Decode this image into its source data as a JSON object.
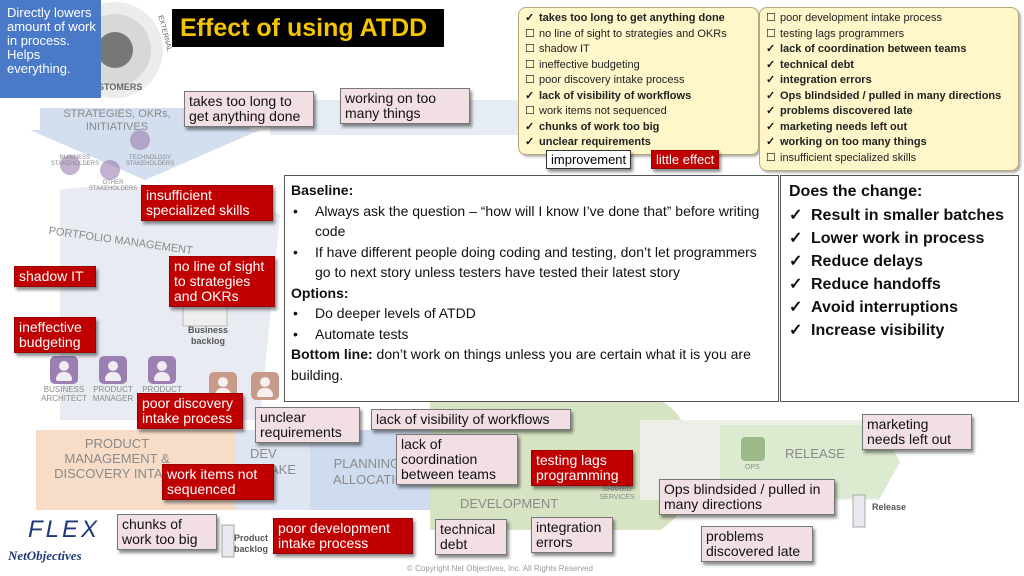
{
  "corner_note": "Directly lowers amount of work in process. Helps everything.",
  "title": "Effect of using ATDD",
  "diagram": {
    "customers": "CUSTOMERS",
    "external": "EXTERNAL",
    "strategies": "STRATEGIES, OKRs, INITIATIVES",
    "business_stakeholders": "BUSINESS STAKEHOLDERS",
    "technology_stakeholders": "TECHNOLOGY STAKEHOLDERS",
    "other_stakeholders": "OTHER STAKEHOLDERS",
    "portfolio_management": "PORTFOLIO MANAGEMENT",
    "business_backlog": "Business backlog",
    "business_architect": "BUSINESS ARCHITECT",
    "product_manager": "PRODUCT MANAGER",
    "product_short": "PRODUCT",
    "product_management": "PRODUCT MANAGEMENT & DISCOVERY INTAKE",
    "product_backlog": "Product backlog",
    "dev_intake": "DEV INTAKE",
    "planning": "PLANNING & ALLOCATION",
    "development": "DEVELOPMENT",
    "shared_services": "SHARED SERVICES",
    "ops": "OPS",
    "release_stage": "RELEASE",
    "release_label": "Release",
    "copyright": "© Copyright Net Objectives, Inc. All Rights Reserved",
    "flex": "FLEX",
    "net_objectives": "NetObjectives"
  },
  "checklist_left": [
    {
      "mark": "✓",
      "text": "takes too long to get anything done",
      "bold": true
    },
    {
      "mark": "☐",
      "text": "no line of sight to strategies and OKRs",
      "bold": false
    },
    {
      "mark": "☐",
      "text": "shadow IT",
      "bold": false
    },
    {
      "mark": "☐",
      "text": "ineffective budgeting",
      "bold": false
    },
    {
      "mark": "☐",
      "text": "poor discovery intake process",
      "bold": false
    },
    {
      "mark": "✓",
      "text": "lack of visibility of workflows",
      "bold": true
    },
    {
      "mark": "☐",
      "text": "work items not sequenced",
      "bold": false
    },
    {
      "mark": "✓",
      "text": "chunks of work too big",
      "bold": true
    },
    {
      "mark": "✓",
      "text": "unclear requirements",
      "bold": true
    }
  ],
  "checklist_right": [
    {
      "mark": "☐",
      "text": "poor development intake process",
      "bold": false
    },
    {
      "mark": "☐",
      "text": "testing lags programmers",
      "bold": false
    },
    {
      "mark": "✓",
      "text": "lack of coordination between teams",
      "bold": true
    },
    {
      "mark": "✓",
      "text": "technical debt",
      "bold": true
    },
    {
      "mark": "✓",
      "text": "integration errors",
      "bold": true
    },
    {
      "mark": "✓",
      "text": "Ops blindsided / pulled in many directions",
      "bold": true
    },
    {
      "mark": "✓",
      "text": "problems discovered late",
      "bold": true
    },
    {
      "mark": "✓",
      "text": "marketing needs left out",
      "bold": true
    },
    {
      "mark": "✓",
      "text": "working on too many things",
      "bold": true
    },
    {
      "mark": "☐",
      "text": "insufficient specialized skills",
      "bold": false
    }
  ],
  "legend": {
    "improvement": "improvement",
    "little_effect": "little effect"
  },
  "baseline": {
    "heading": "Baseline:",
    "bullets": [
      "Always ask the question – “how will I know I’ve done that” before writing code",
      "If have different people doing coding and testing, don’t let programmers go to next story unless testers have tested their latest story"
    ],
    "options_heading": "Options:",
    "options": [
      "Do deeper levels of ATDD",
      "Automate tests"
    ],
    "bottom_label": "Bottom line:",
    "bottom_text": " don’t work on things unless you are certain what it is you are building."
  },
  "change": {
    "heading": "Does the change:",
    "items": [
      "Result in smaller batches",
      "Lower work in process",
      "Reduce delays",
      "Reduce handoffs",
      "Avoid interruptions",
      "Increase visibility"
    ]
  },
  "notes": {
    "takes_too_long": "takes too long to get anything done",
    "working_on_too_many": "working on too many things",
    "insufficient_skills": "insufficient specialized skills",
    "no_line_of_sight": "no line of sight to strategies and OKRs",
    "shadow_it": "shadow IT",
    "ineffective_budgeting": "ineffective budgeting",
    "poor_discovery": "poor discovery intake process",
    "unclear_requirements": "unclear requirements",
    "lack_visibility": "lack of visibility of workflows",
    "lack_coordination": "lack of coordination between teams",
    "testing_lags": "testing lags programming",
    "work_items_not_sequenced": "work items not sequenced",
    "chunks_of_work": "chunks of work too big",
    "poor_development": "poor development intake process",
    "technical_debt": "technical debt",
    "integration_errors": "integration errors",
    "ops_blindsided": "Ops blindsided / pulled in many directions",
    "problems_late": "problems discovered late",
    "marketing_left_out": "marketing needs left out"
  },
  "colors": {
    "title_bg": "#000000",
    "title_text": "#f4c400",
    "note_red": "#c00000",
    "note_pink": "#f2dfe3",
    "panel_yellow": "#fff6c9",
    "corner_blue": "#4a7ac7"
  }
}
